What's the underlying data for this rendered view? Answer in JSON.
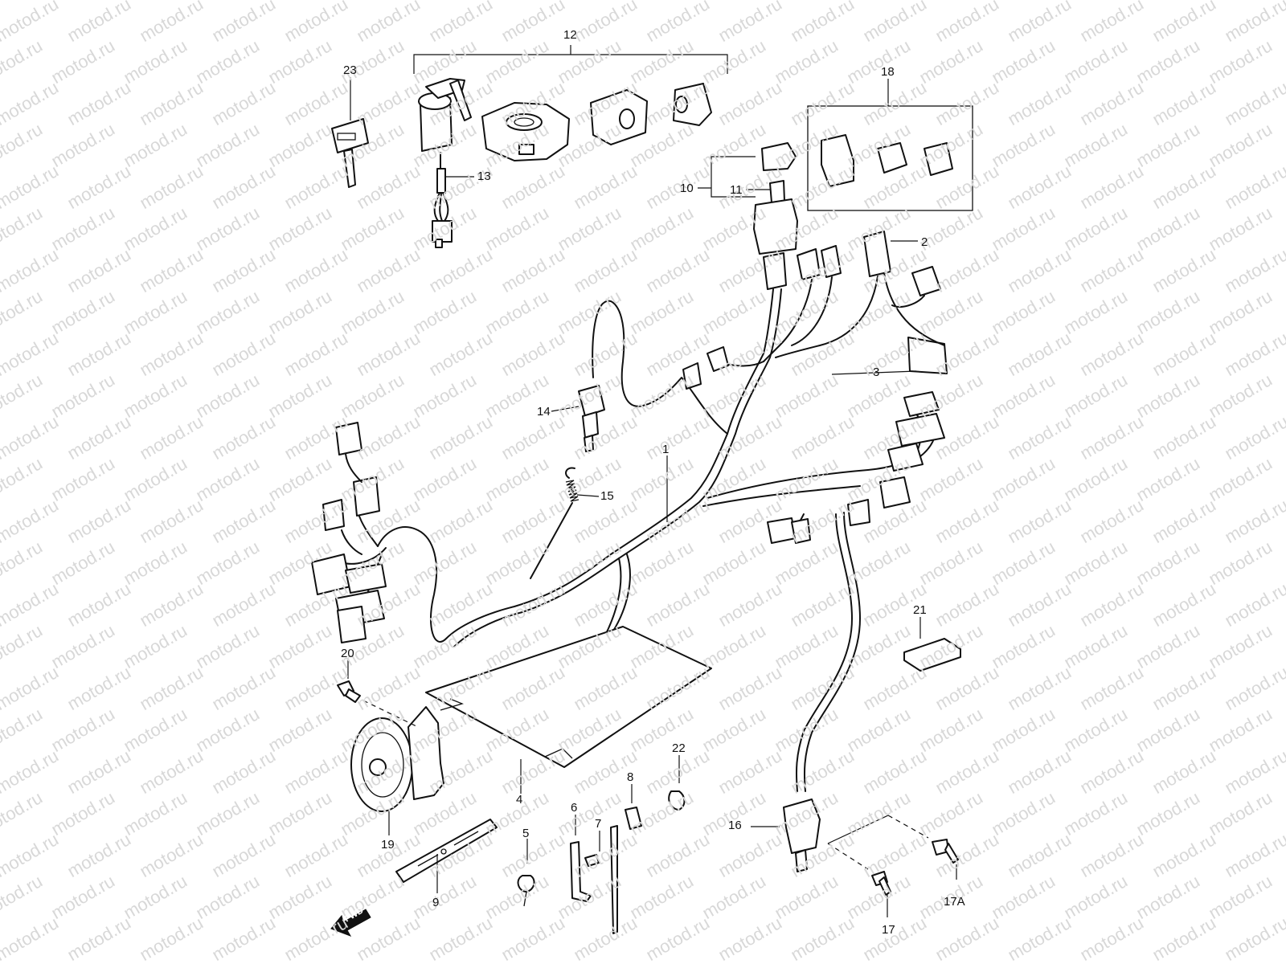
{
  "watermark": "motod.ru",
  "direction_label": "FWD",
  "callouts": [
    {
      "id": "c1",
      "text": "1"
    },
    {
      "id": "c2",
      "text": "2"
    },
    {
      "id": "c3",
      "text": "3"
    },
    {
      "id": "c4",
      "text": "4"
    },
    {
      "id": "c5",
      "text": "5"
    },
    {
      "id": "c6",
      "text": "6"
    },
    {
      "id": "c7",
      "text": "7"
    },
    {
      "id": "c8",
      "text": "8"
    },
    {
      "id": "c9",
      "text": "9"
    },
    {
      "id": "c10",
      "text": "10"
    },
    {
      "id": "c11",
      "text": "11"
    },
    {
      "id": "c12",
      "text": "12"
    },
    {
      "id": "c13",
      "text": "13"
    },
    {
      "id": "c14",
      "text": "14"
    },
    {
      "id": "c15",
      "text": "15"
    },
    {
      "id": "c16",
      "text": "16"
    },
    {
      "id": "c17",
      "text": "17"
    },
    {
      "id": "c17a",
      "text": "17A"
    },
    {
      "id": "c18",
      "text": "18"
    },
    {
      "id": "c19",
      "text": "19"
    },
    {
      "id": "c20",
      "text": "20"
    },
    {
      "id": "c21",
      "text": "21"
    },
    {
      "id": "c22",
      "text": "22"
    },
    {
      "id": "c23",
      "text": "23"
    }
  ]
}
